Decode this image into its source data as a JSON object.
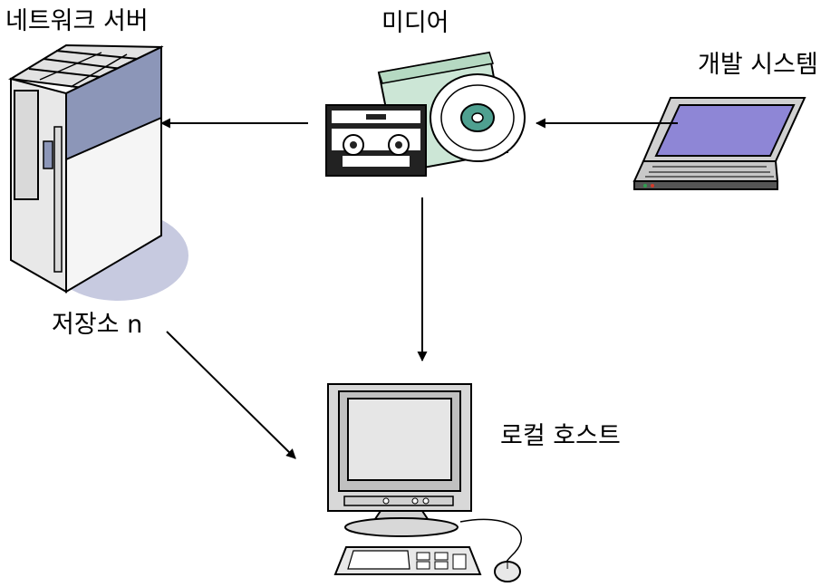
{
  "labels": {
    "network_server": "네트워크 서버",
    "media": "미디어",
    "dev_system": "개발 시스템",
    "repository": "저장소 n",
    "local_host": "로컬 호스트"
  },
  "colors": {
    "server_band": "#8C96B8",
    "server_shadow": "#C7CAE0",
    "laptop_screen": "#8E86D6",
    "cd_case": "#CCE6D6",
    "cd_hub": "#4FA090",
    "monitor_screen": "#E6E6E6"
  },
  "icons": {
    "network_server": "server-tower-icon",
    "media": "tape-and-cd-icon",
    "dev_system": "laptop-icon",
    "local_host": "desktop-computer-icon"
  }
}
